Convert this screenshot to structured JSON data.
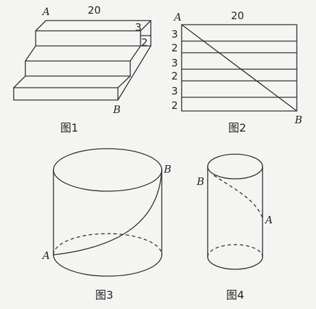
{
  "figure1": {
    "label_a": "A",
    "label_b": "B",
    "top_length": "20",
    "step_height_1": "3",
    "step_height_2": "2",
    "caption": "图1"
  },
  "figure2": {
    "label_a": "A",
    "label_b": "B",
    "top_length": "20",
    "side_heights": [
      "3",
      "2",
      "3",
      "2",
      "3",
      "2"
    ],
    "caption": "图2"
  },
  "figure3": {
    "label_a": "A",
    "label_b": "B",
    "caption": "图3"
  },
  "figure4": {
    "label_a": "A",
    "label_b": "B",
    "caption": "图4"
  }
}
